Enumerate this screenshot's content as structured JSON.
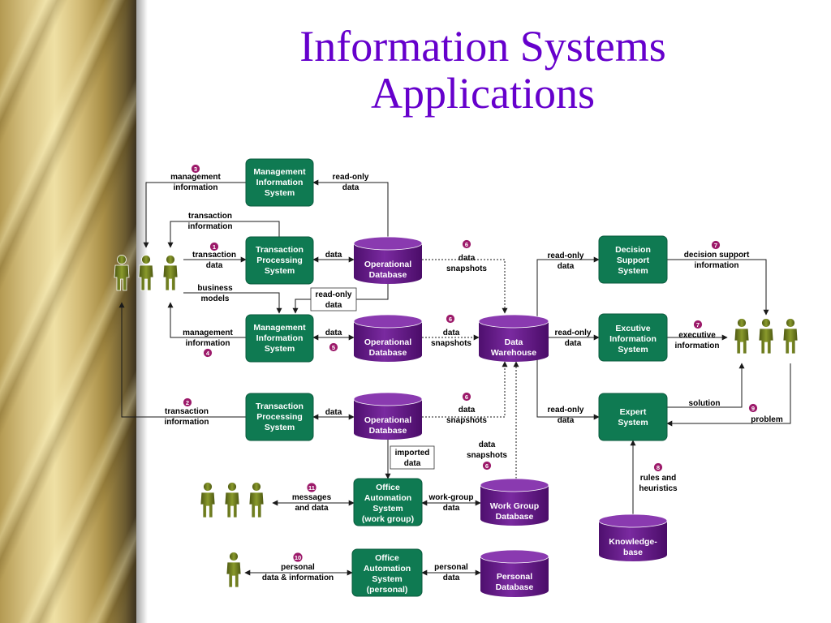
{
  "slide": {
    "title_line1": "Information Systems",
    "title_line2": "Applications"
  },
  "colors": {
    "title": "#6600cc",
    "system_box": "#0f7a52",
    "database": "#6a1a8a",
    "badge": "#9c1a6a",
    "people": "#6e7a1e"
  },
  "boxes": {
    "mis_top": [
      "Management",
      "Information",
      "System"
    ],
    "tps_top": [
      "Transaction",
      "Processing",
      "System"
    ],
    "mis_mid": [
      "Management",
      "Information",
      "System"
    ],
    "tps_bottom": [
      "Transaction",
      "Processing",
      "System"
    ],
    "oas_group": [
      "Office",
      "Automation",
      "System",
      "(work group)"
    ],
    "oas_personal": [
      "Office",
      "Automation",
      "System",
      "(personal)"
    ],
    "dss": [
      "Decision",
      "Support",
      "System"
    ],
    "eis": [
      "Excutive",
      "Information",
      "System"
    ],
    "expert": [
      "Expert",
      "System"
    ]
  },
  "databases": {
    "op_db_1": [
      "Operational",
      "Database"
    ],
    "op_db_2": [
      "Operational",
      "Database"
    ],
    "op_db_3": [
      "Operational",
      "Database"
    ],
    "warehouse": [
      "Data",
      "Warehouse"
    ],
    "workgroup_db": [
      "Work Group",
      "Database"
    ],
    "personal_db": [
      "Personal",
      "Database"
    ],
    "knowledge_base": [
      "Knowledge-",
      "base"
    ]
  },
  "labels": {
    "mgmt_info_top": [
      "management",
      "information"
    ],
    "readonly_top": [
      "read-only",
      "data"
    ],
    "trans_info_top": [
      "transaction",
      "information"
    ],
    "trans_data": [
      "transaction",
      "data"
    ],
    "data_1": "data",
    "snapshots_1": [
      "data",
      "snapshots"
    ],
    "business_models": [
      "business",
      "models"
    ],
    "readonly_mid": [
      "read-only",
      "data"
    ],
    "mgmt_info_mid": [
      "management",
      "information"
    ],
    "data_2": "data",
    "snapshots_2": [
      "data",
      "snapshots"
    ],
    "trans_info_bottom": [
      "transaction",
      "information"
    ],
    "data_3": "data",
    "snapshots_3": [
      "data",
      "snapshots"
    ],
    "imported": [
      "imported",
      "data"
    ],
    "snapshots_4": [
      "data",
      "snapshots"
    ],
    "messages": [
      "messages",
      "and data"
    ],
    "workgroup_data": [
      "work-group",
      "data"
    ],
    "personal_info": [
      "personal",
      "data & information"
    ],
    "personal_data": [
      "personal",
      "data"
    ],
    "readonly_dss": [
      "read-only",
      "data"
    ],
    "readonly_eis": [
      "read-only",
      "data"
    ],
    "readonly_expert": [
      "read-only",
      "data"
    ],
    "dss_info": [
      "decision support",
      "information"
    ],
    "exec_info": [
      "executive",
      "information"
    ],
    "solution": "solution",
    "problem": "problem",
    "rules": [
      "rules and",
      "heuristics"
    ]
  },
  "badges": {
    "b3": "3",
    "b1": "1",
    "b4": "4",
    "b5": "5",
    "b2": "2",
    "b6a": "6",
    "b6b": "6",
    "b6c": "6",
    "b6d": "6",
    "b7a": "7",
    "b7b": "7",
    "b8": "8",
    "b9": "9",
    "b10": "10",
    "b11": "11"
  },
  "icons": {
    "people_group": "person-group-icon",
    "single_person": "person-icon"
  }
}
